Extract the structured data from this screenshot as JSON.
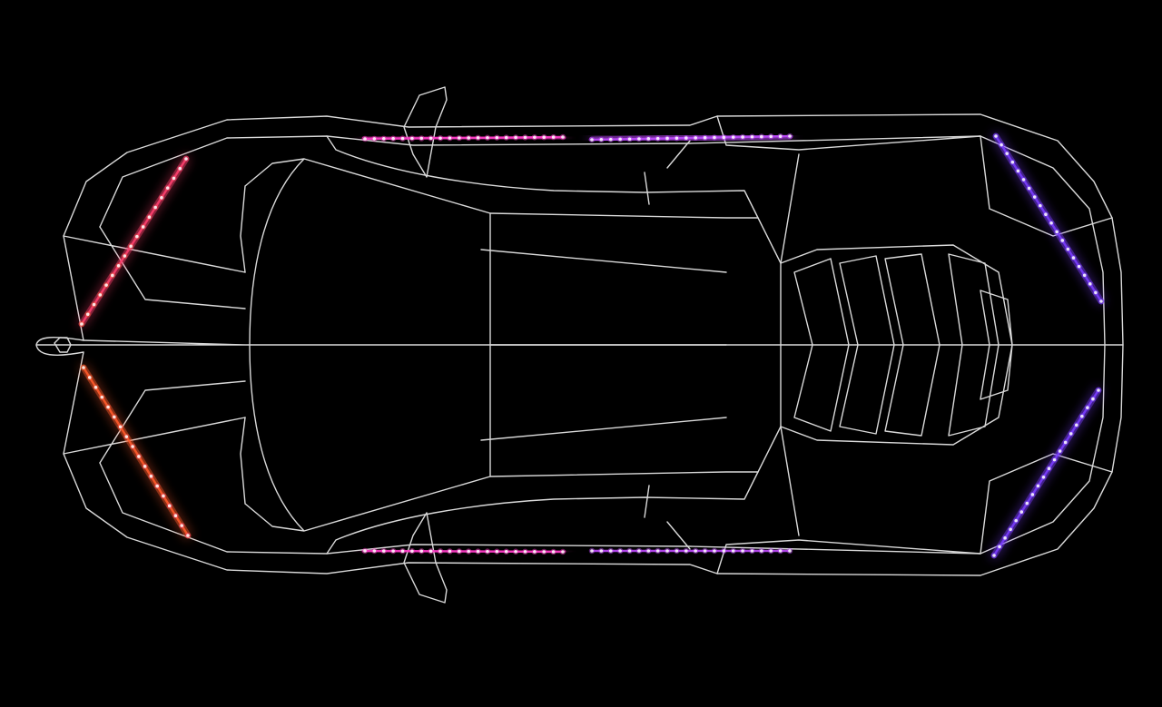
{
  "scene": {
    "subject": "car-top-view-wireframe",
    "background_color": "#000000",
    "wireframe_color": "#d9d9d9"
  },
  "led_strips": [
    {
      "id": "front-left-headlight-strip",
      "color": "#ff3f6e",
      "color_end": "#ff5a2a",
      "led_count": 18
    },
    {
      "id": "front-right-headlight-strip",
      "color": "#ff5a2a",
      "color_end": "#ff3f6e",
      "led_count": 18
    },
    {
      "id": "left-side-front-strip",
      "color": "#ff3cc8",
      "color_end": "#ff3cc8",
      "led_count": 22
    },
    {
      "id": "left-side-rear-strip",
      "color": "#c04bff",
      "color_end": "#c04bff",
      "led_count": 22
    },
    {
      "id": "right-side-front-strip",
      "color": "#ff3cc8",
      "color_end": "#ff3cc8",
      "led_count": 22
    },
    {
      "id": "right-side-rear-strip",
      "color": "#c04bff",
      "color_end": "#c04bff",
      "led_count": 22
    },
    {
      "id": "rear-left-taillight-strip",
      "color": "#7a3cff",
      "color_end": "#7a3cff",
      "led_count": 20
    },
    {
      "id": "rear-right-taillight-strip",
      "color": "#7a3cff",
      "color_end": "#7a3cff",
      "led_count": 20
    }
  ]
}
